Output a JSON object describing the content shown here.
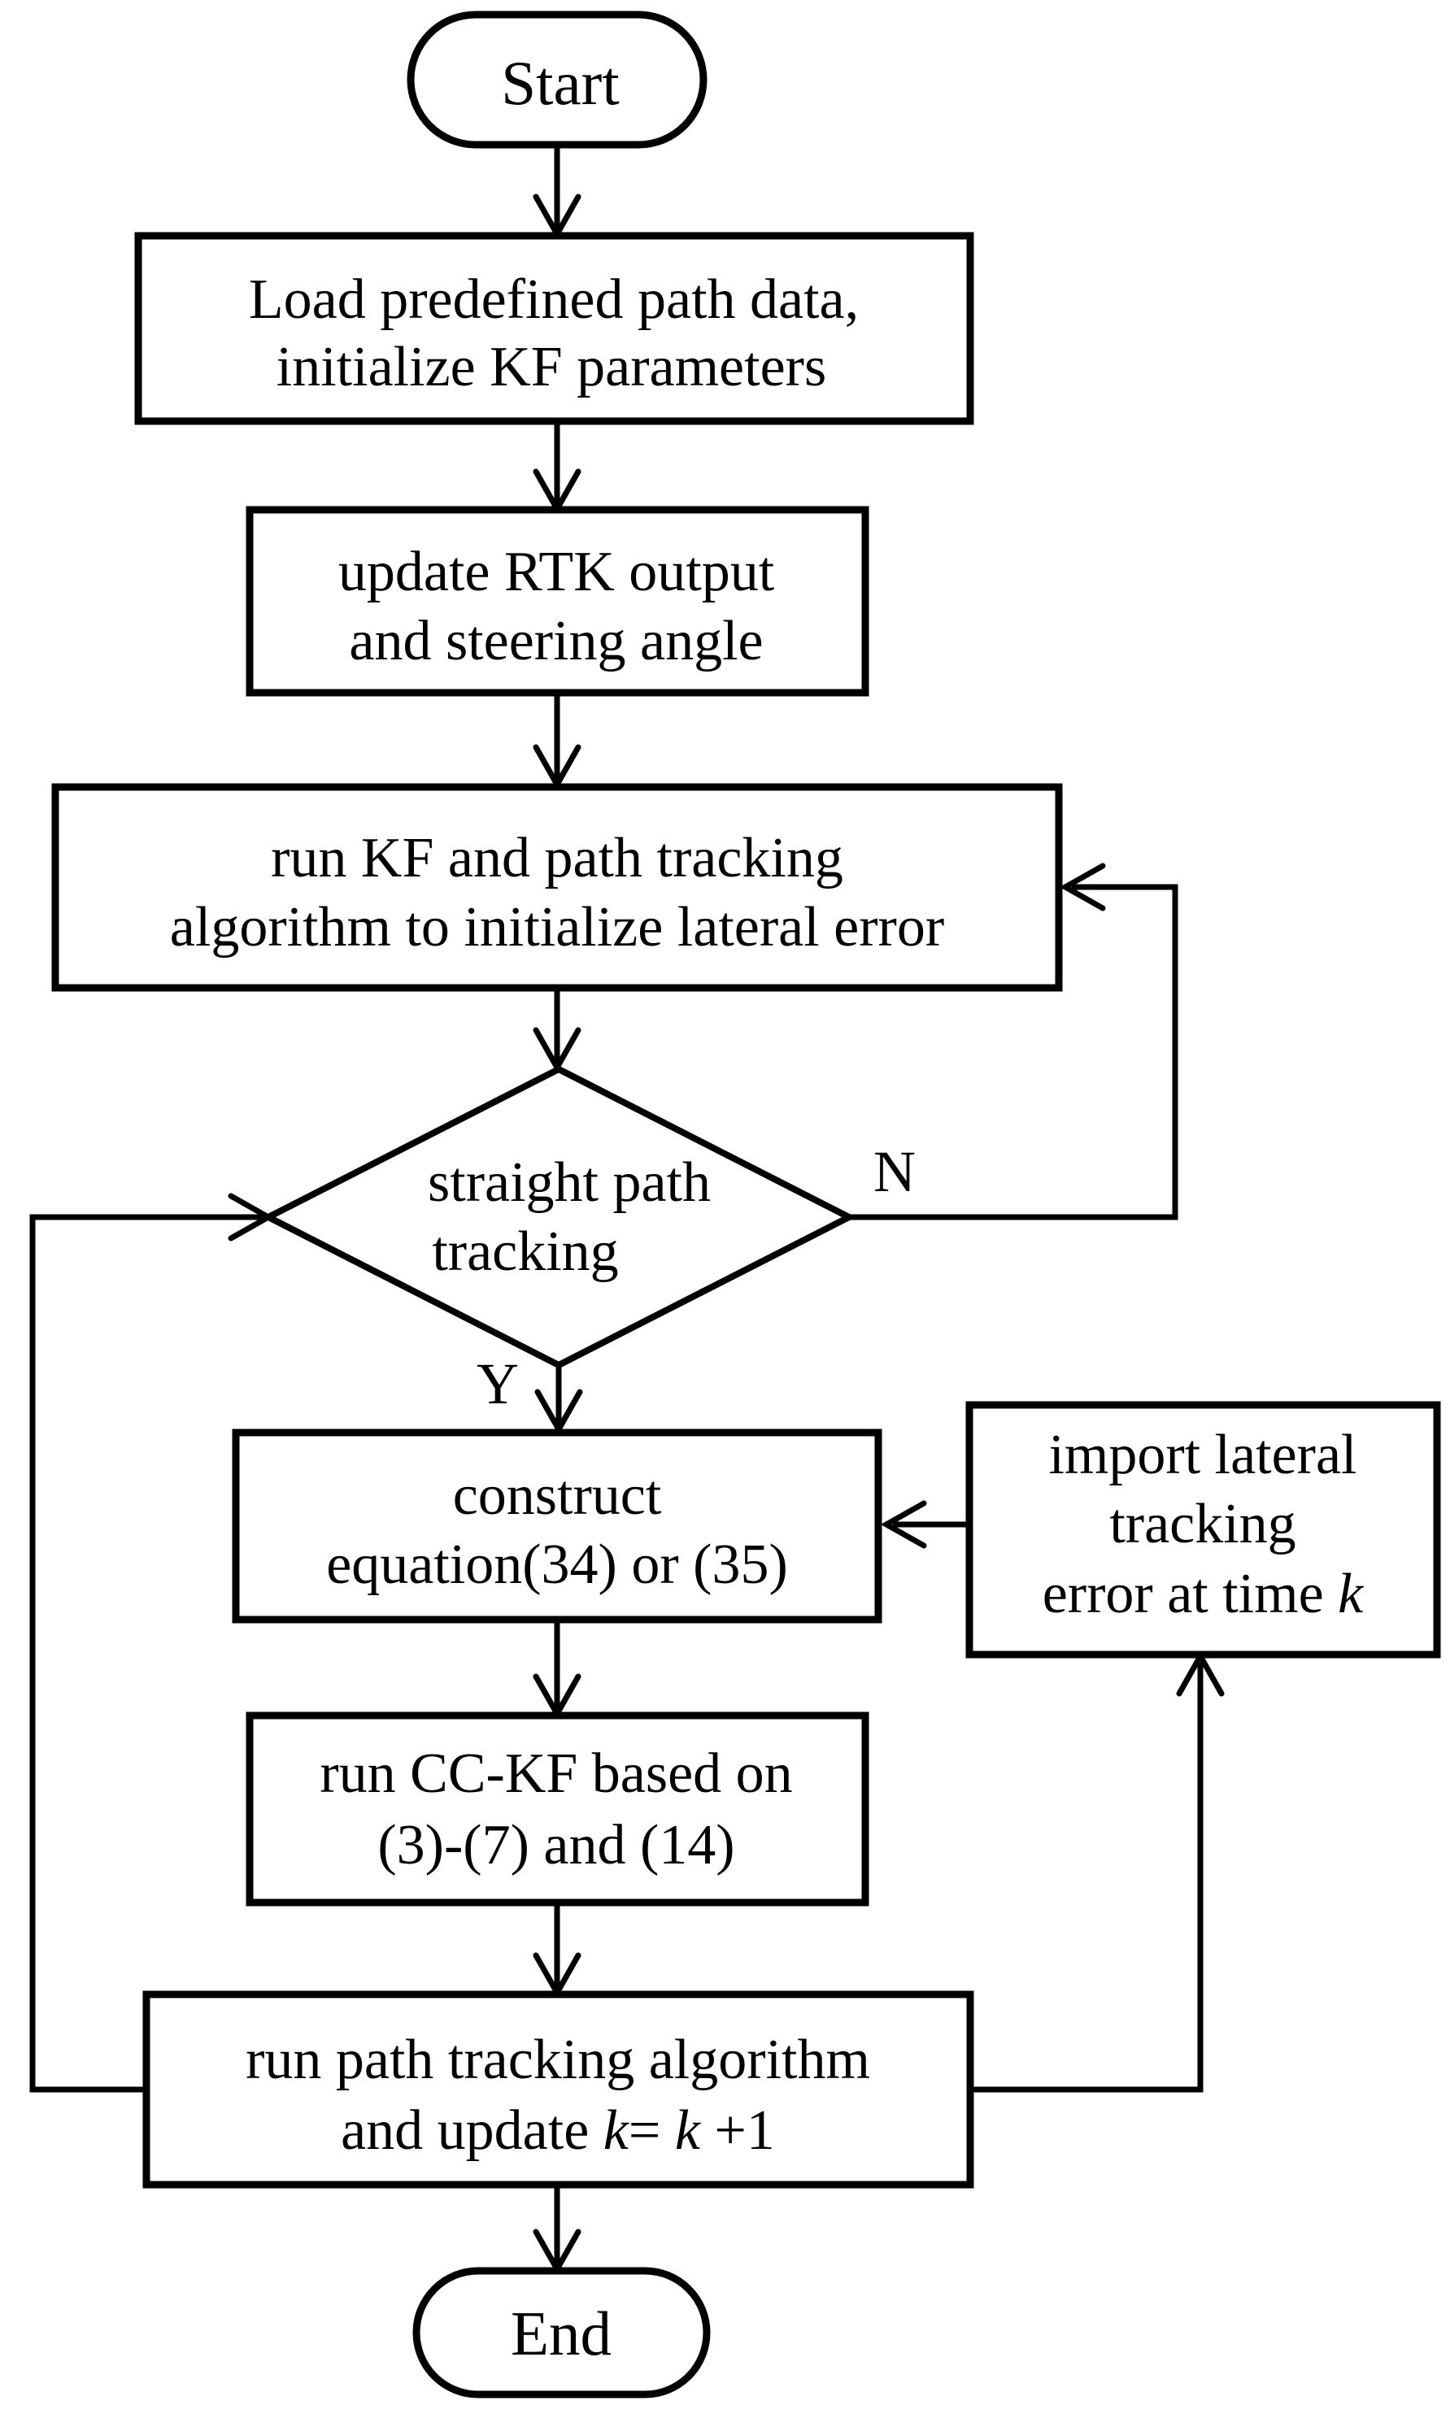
{
  "figure": {
    "title": "flowchart",
    "background_color": "#ffffff",
    "line_color": "#000000",
    "text_color": "#000000",
    "nodes": {
      "start": {
        "type": "terminator",
        "label": "Start"
      },
      "load_path": {
        "type": "process",
        "lines": [
          "Load predefined path data,",
          "initialize KF parameters"
        ]
      },
      "update_rtk": {
        "type": "process",
        "lines": [
          "update RTK output",
          "and steering angle"
        ]
      },
      "run_kf": {
        "type": "process",
        "lines": [
          "run KF and path tracking",
          "algorithm to initialize lateral error"
        ]
      },
      "straight_decision": {
        "type": "decision",
        "lines": [
          "straight path",
          "tracking"
        ]
      },
      "construct_eq": {
        "type": "process",
        "lines": [
          "construct",
          "equation(34) or (35)"
        ]
      },
      "import_error": {
        "type": "process",
        "lines": [
          "import lateral",
          "tracking"
        ],
        "line3_parts": [
          "error at time ",
          "k"
        ]
      },
      "run_cckf": {
        "type": "process",
        "lines": [
          "run CC-KF based on",
          "(3)-(7) and (14)"
        ]
      },
      "run_path_tracking": {
        "type": "process",
        "line1": "run path tracking algorithm",
        "line2_parts": [
          "and update ",
          "k",
          "= ",
          "k",
          " +1"
        ]
      },
      "end": {
        "type": "terminator",
        "label": "End"
      }
    },
    "edge_labels": {
      "no": "N",
      "yes": "Y"
    }
  }
}
